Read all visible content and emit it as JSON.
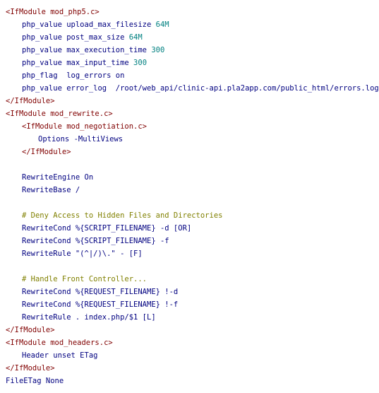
{
  "lines": [
    {
      "t": "tag",
      "v": "<IfModule mod_php5.c>"
    },
    {
      "t": "dir",
      "v": "php_value upload_max_filesize 64M"
    },
    {
      "t": "dir",
      "v": "php_value post_max_size 64M"
    },
    {
      "t": "dir",
      "v": "php_value max_execution_time 300"
    },
    {
      "t": "dir",
      "v": "php_value max_input_time 300"
    },
    {
      "t": "dir",
      "v": "php_flag  log_errors on"
    },
    {
      "t": "dir",
      "v": "php_value error_log  /root/web_api/clinic-api.pla2app.com/public_html/errors.log"
    },
    {
      "t": "tag",
      "v": "</IfModule>"
    },
    {
      "t": "tag",
      "v": "<IfModule mod_rewrite.c>"
    },
    {
      "t": "tag",
      "v": "<IfModule mod_negotiation.c>"
    },
    {
      "t": "dir",
      "v": "Options -MultiViews"
    },
    {
      "t": "tag",
      "v": "</IfModule>"
    },
    {
      "t": "dir",
      "v": "RewriteEngine On"
    },
    {
      "t": "dir",
      "v": "RewriteBase /"
    },
    {
      "t": "cmt",
      "v": "# Deny Access to Hidden Files and Directories"
    },
    {
      "t": "dir",
      "v": "RewriteCond %{SCRIPT_FILENAME} -d [OR]"
    },
    {
      "t": "dir",
      "v": "RewriteCond %{SCRIPT_FILENAME} -f"
    },
    {
      "t": "dir",
      "v": "RewriteRule \"(^|/)\\.\" - [F]"
    },
    {
      "t": "cmt",
      "v": "# Handle Front Controller..."
    },
    {
      "t": "dir",
      "v": "RewriteCond %{REQUEST_FILENAME} !-d"
    },
    {
      "t": "dir",
      "v": "RewriteCond %{REQUEST_FILENAME} !-f"
    },
    {
      "t": "dir",
      "v": "RewriteRule . index.php/$1 [L]"
    },
    {
      "t": "tag",
      "v": "</IfModule>"
    },
    {
      "t": "tag",
      "v": "<IfModule mod_headers.c>"
    },
    {
      "t": "dir",
      "v": "Header unset ETag"
    },
    {
      "t": "tag",
      "v": "</IfModule>"
    },
    {
      "t": "dir",
      "v": "FileETag None"
    }
  ],
  "colors": {
    "tag": "#800000",
    "directive": "#000080",
    "number": "#008080",
    "comment": "#808000",
    "background": "#ffffff"
  }
}
